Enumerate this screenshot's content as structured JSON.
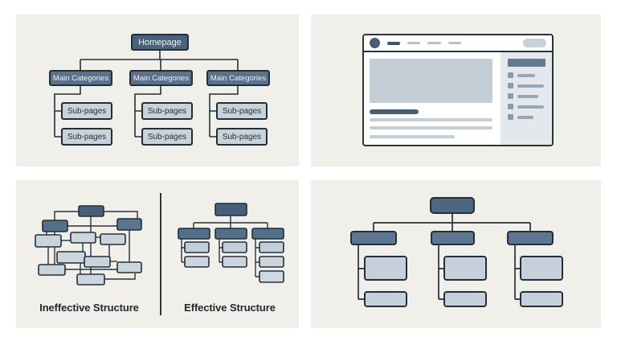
{
  "sitemap_panel": {
    "root_label": "Homepage",
    "categories": [
      {
        "label": "Main Categories",
        "subpages": [
          "Sub-pages",
          "Sub-pages"
        ]
      },
      {
        "label": "Main Categories",
        "subpages": [
          "Sub-pages",
          "Sub-pages"
        ]
      },
      {
        "label": "Main Categories",
        "subpages": [
          "Sub-pages",
          "Sub-pages"
        ]
      }
    ]
  },
  "comparison_panel": {
    "ineffective_label": "Ineffective Structure",
    "effective_label": "Effective Structure"
  },
  "colors": {
    "page_background": "#ffffff",
    "panel_background": "#f1efe9",
    "box_dark": "#4a617b",
    "box_mid": "#5b7189",
    "box_light": "#c8d2db",
    "connector_line": "#262f39",
    "browser_window_border": "#2b333b",
    "sidebar_background": "#e4e8ec",
    "label_text": "#23282f",
    "text_on_dark": "#edf0f4"
  }
}
